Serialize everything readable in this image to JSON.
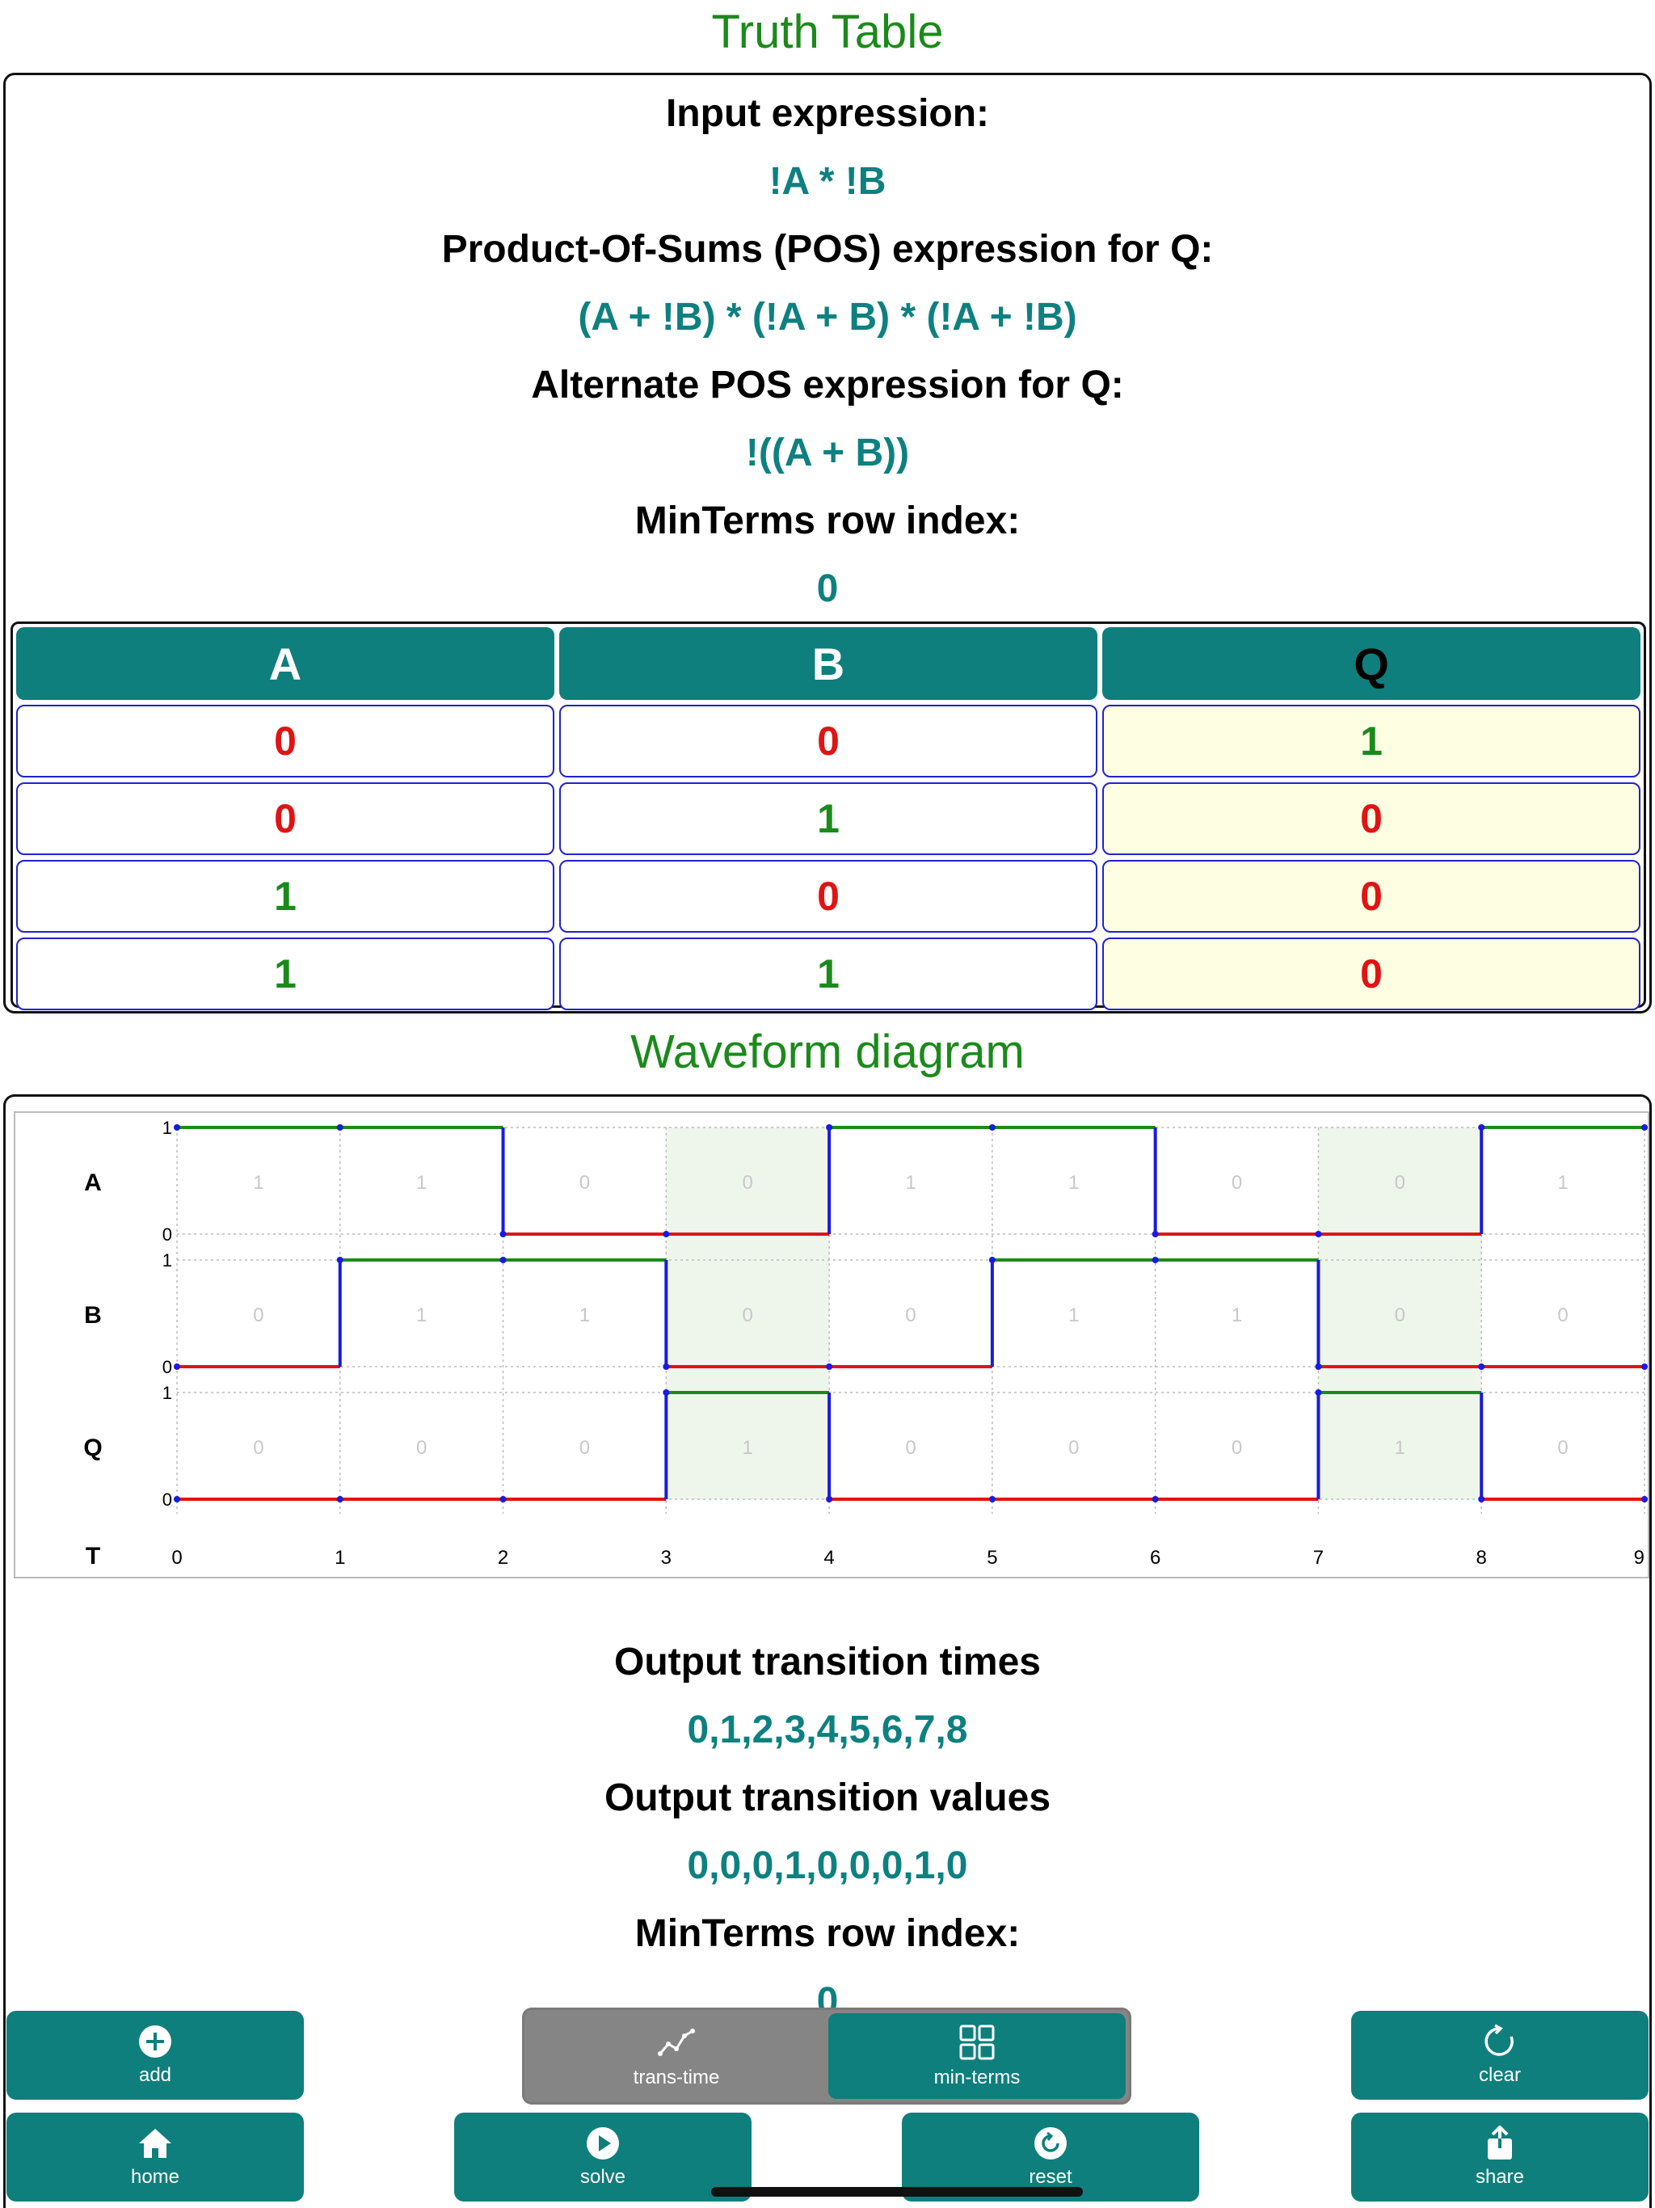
{
  "truth_table_title": "Truth Table",
  "summary": {
    "input_label": "Input expression:",
    "input_value": "!A * !B",
    "pos_label": "Product-Of-Sums (POS) expression for Q:",
    "pos_value": "(A + !B) * (!A + B) * (!A + !B)",
    "alt_pos_label": "Alternate POS expression for Q:",
    "alt_pos_value": "!((A + B))",
    "minterms_label": "MinTerms row index:",
    "minterms_value": "0"
  },
  "table": {
    "headers": [
      "A",
      "B",
      "Q"
    ],
    "rows": [
      [
        "0",
        "0",
        "1"
      ],
      [
        "0",
        "1",
        "0"
      ],
      [
        "1",
        "0",
        "0"
      ],
      [
        "1",
        "1",
        "0"
      ]
    ]
  },
  "waveform_title": "Waveform diagram",
  "chart_data": {
    "type": "line",
    "step": true,
    "x": [
      0,
      1,
      2,
      3,
      4,
      5,
      6,
      7,
      8,
      9
    ],
    "xlabel": "T",
    "xlim": [
      0,
      9
    ],
    "ylim": [
      0,
      1
    ],
    "grid": true,
    "series": [
      {
        "name": "A",
        "values": [
          1,
          1,
          0,
          0,
          1,
          1,
          0,
          0,
          1
        ]
      },
      {
        "name": "B",
        "values": [
          0,
          1,
          1,
          0,
          0,
          1,
          1,
          0,
          0
        ]
      },
      {
        "name": "Q",
        "values": [
          0,
          0,
          0,
          1,
          0,
          0,
          0,
          1,
          0
        ]
      }
    ],
    "highlight_intervals": [
      [
        3,
        4
      ],
      [
        7,
        8
      ]
    ],
    "colors": {
      "high": "#1b8a1b",
      "low": "#e01414",
      "edge": "#1a1ae0",
      "highlight": "#eef6ec"
    }
  },
  "output": {
    "trans_times_label": "Output transition times",
    "trans_times_value": "0,1,2,3,4,5,6,7,8",
    "trans_values_label": "Output transition values",
    "trans_values_value": "0,0,0,1,0,0,0,1,0",
    "minterms_label": "MinTerms row index:",
    "minterms_value": "0"
  },
  "toolbar": {
    "add": {
      "label": "add",
      "icon": "plus-circle-icon"
    },
    "segment": [
      {
        "label": "trans-time",
        "icon": "trend-line-icon",
        "selected": false
      },
      {
        "label": "min-terms",
        "icon": "grid-icon",
        "selected": true
      }
    ],
    "clear": {
      "label": "clear",
      "icon": "refresh-icon"
    },
    "home": {
      "label": "home",
      "icon": "house-icon"
    },
    "solve": {
      "label": "solve",
      "icon": "play-circle-icon"
    },
    "reset": {
      "label": "reset",
      "icon": "reset-circle-icon"
    },
    "share": {
      "label": "share",
      "icon": "share-icon"
    }
  },
  "colors": {
    "teal": "#0e7f7c",
    "value_teal": "#0e8080",
    "green": "#1b8a1b",
    "red": "#e01414"
  }
}
